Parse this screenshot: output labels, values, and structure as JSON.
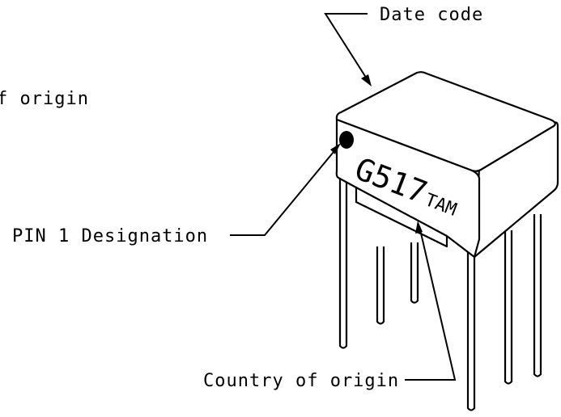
{
  "callouts": {
    "date_code": "Date code",
    "origin_partial": "f origin",
    "pin1": "PIN 1 Designation",
    "country": "Country of origin"
  },
  "marking": {
    "part_number": "G517",
    "code": "TAM"
  }
}
